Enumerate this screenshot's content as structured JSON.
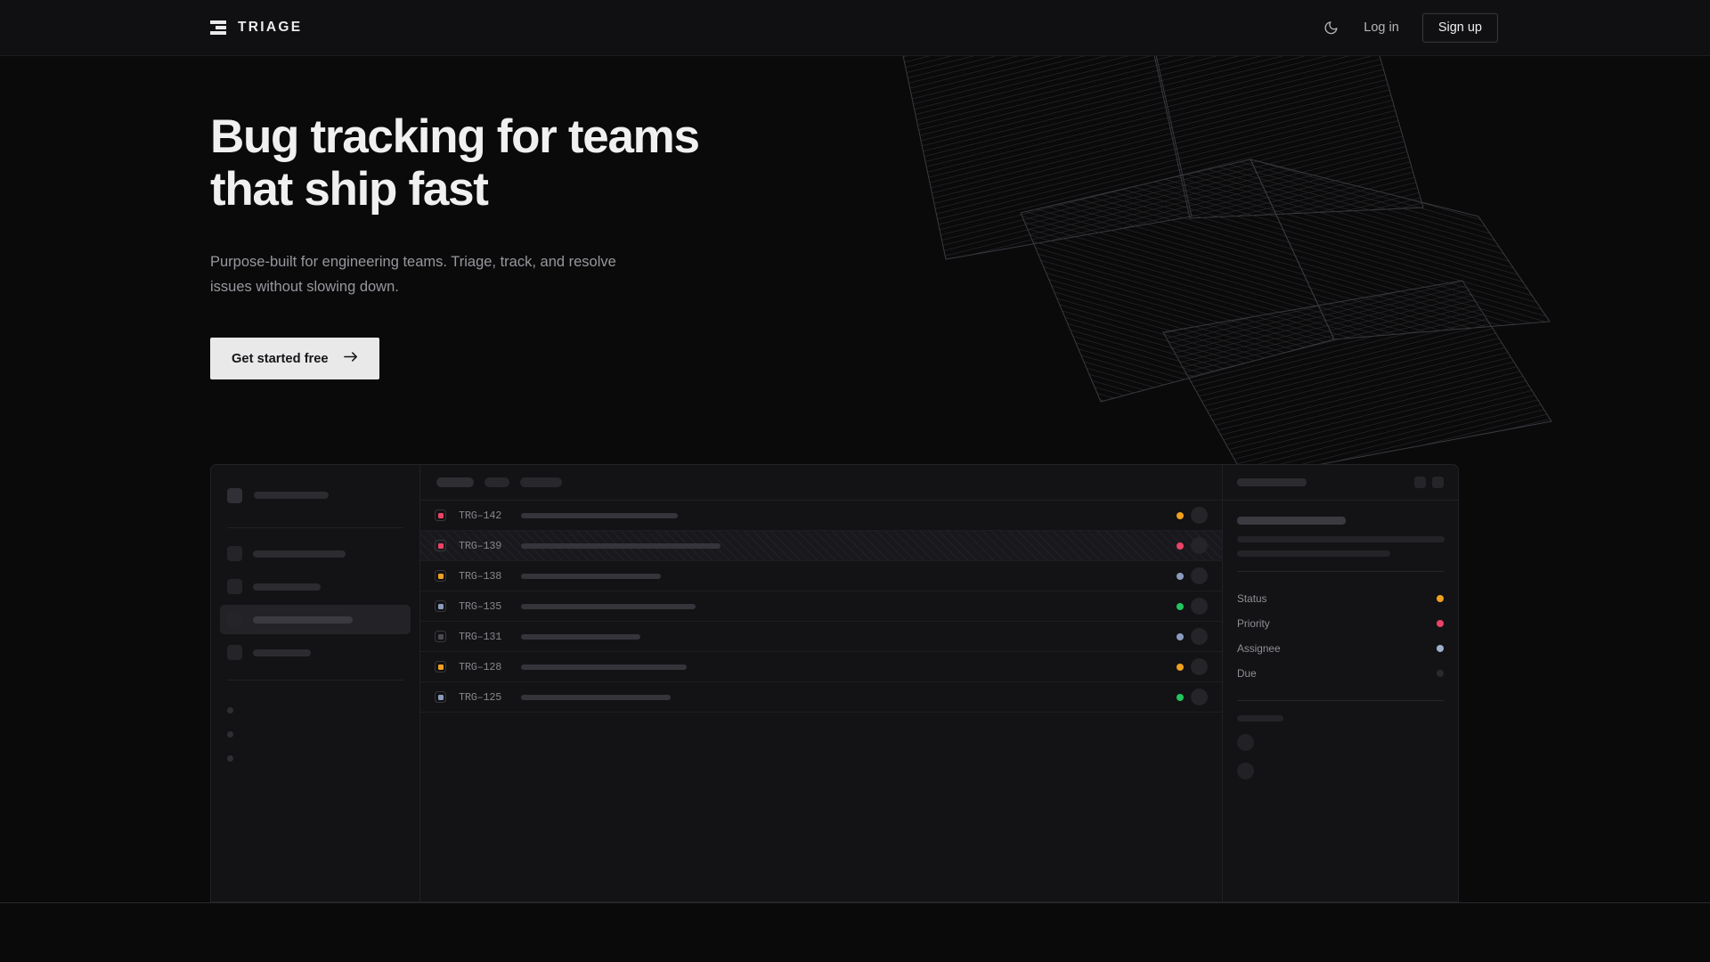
{
  "nav": {
    "logo_text": "TRIAGE",
    "logo_icon": "stacked-bars-icon",
    "theme_toggle_icon": "moon-icon",
    "login_label": "Log in",
    "signup_label": "Sign up"
  },
  "hero": {
    "heading_line1": "Bug tracking for teams",
    "heading_line2": "that ship fast",
    "subtitle": "Purpose-built for engineering teams. Triage, track, and resolve issues without slowing down.",
    "cta_label": "Get started free",
    "cta_icon": "arrow-right-icon"
  },
  "mockup": {
    "sidebar": {
      "workspace_width": 84,
      "nav_items": [
        {
          "label_width": 104,
          "active": false
        },
        {
          "label_width": 76,
          "active": false
        },
        {
          "label_width": 112,
          "active": true
        },
        {
          "label_width": 65,
          "active": false
        }
      ],
      "section_label_width": 64,
      "dot_items": 3
    },
    "list": {
      "filter_chips": [
        42,
        28,
        47
      ],
      "rows": [
        {
          "id": "TRG–142",
          "priority_color": "#ec4267",
          "title_width": 176,
          "status_color": "#f0a020",
          "selected": false
        },
        {
          "id": "TRG–139",
          "priority_color": "#ec4267",
          "title_width": 224,
          "status_color": "#ec4267",
          "selected": true
        },
        {
          "id": "TRG–138",
          "priority_color": "#f0a020",
          "title_width": 157,
          "status_color": "#8b9bbd",
          "selected": false
        },
        {
          "id": "TRG–135",
          "priority_color": "#8b9bbd",
          "title_width": 196,
          "status_color": "#22c55e",
          "selected": false
        },
        {
          "id": "TRG–131",
          "priority_color": "#4b4b52",
          "title_width": 134,
          "status_color": "#8b9bbd",
          "selected": false
        },
        {
          "id": "TRG–128",
          "priority_color": "#f0a020",
          "title_width": 186,
          "status_color": "#f0a020",
          "selected": false
        },
        {
          "id": "TRG–125",
          "priority_color": "#8b9bbd",
          "title_width": 168,
          "status_color": "#22c55e",
          "selected": false
        }
      ]
    },
    "detail": {
      "header_bar_width": 78,
      "buttons": 2,
      "title_bar_width": 122,
      "desc_bar_widths": [
        233,
        172
      ],
      "meta": [
        {
          "key": "Status",
          "color": "#f0a020"
        },
        {
          "key": "Priority",
          "color": "#ec4267"
        },
        {
          "key": "Assignee",
          "color": "#9fb0cf"
        },
        {
          "key": "Due",
          "color": "#2a2a2f"
        }
      ],
      "footer_label_width": 52,
      "avatars": 2
    }
  },
  "theme": {
    "bg": "#0a0a0b",
    "panel": "#131315",
    "border": "#222226",
    "text_primary": "#f0f0f1",
    "text_muted": "#97979d",
    "accent_amber": "#f0a020",
    "accent_pink": "#ec4267",
    "accent_green": "#22c55e",
    "accent_slate": "#8b9bbd"
  }
}
